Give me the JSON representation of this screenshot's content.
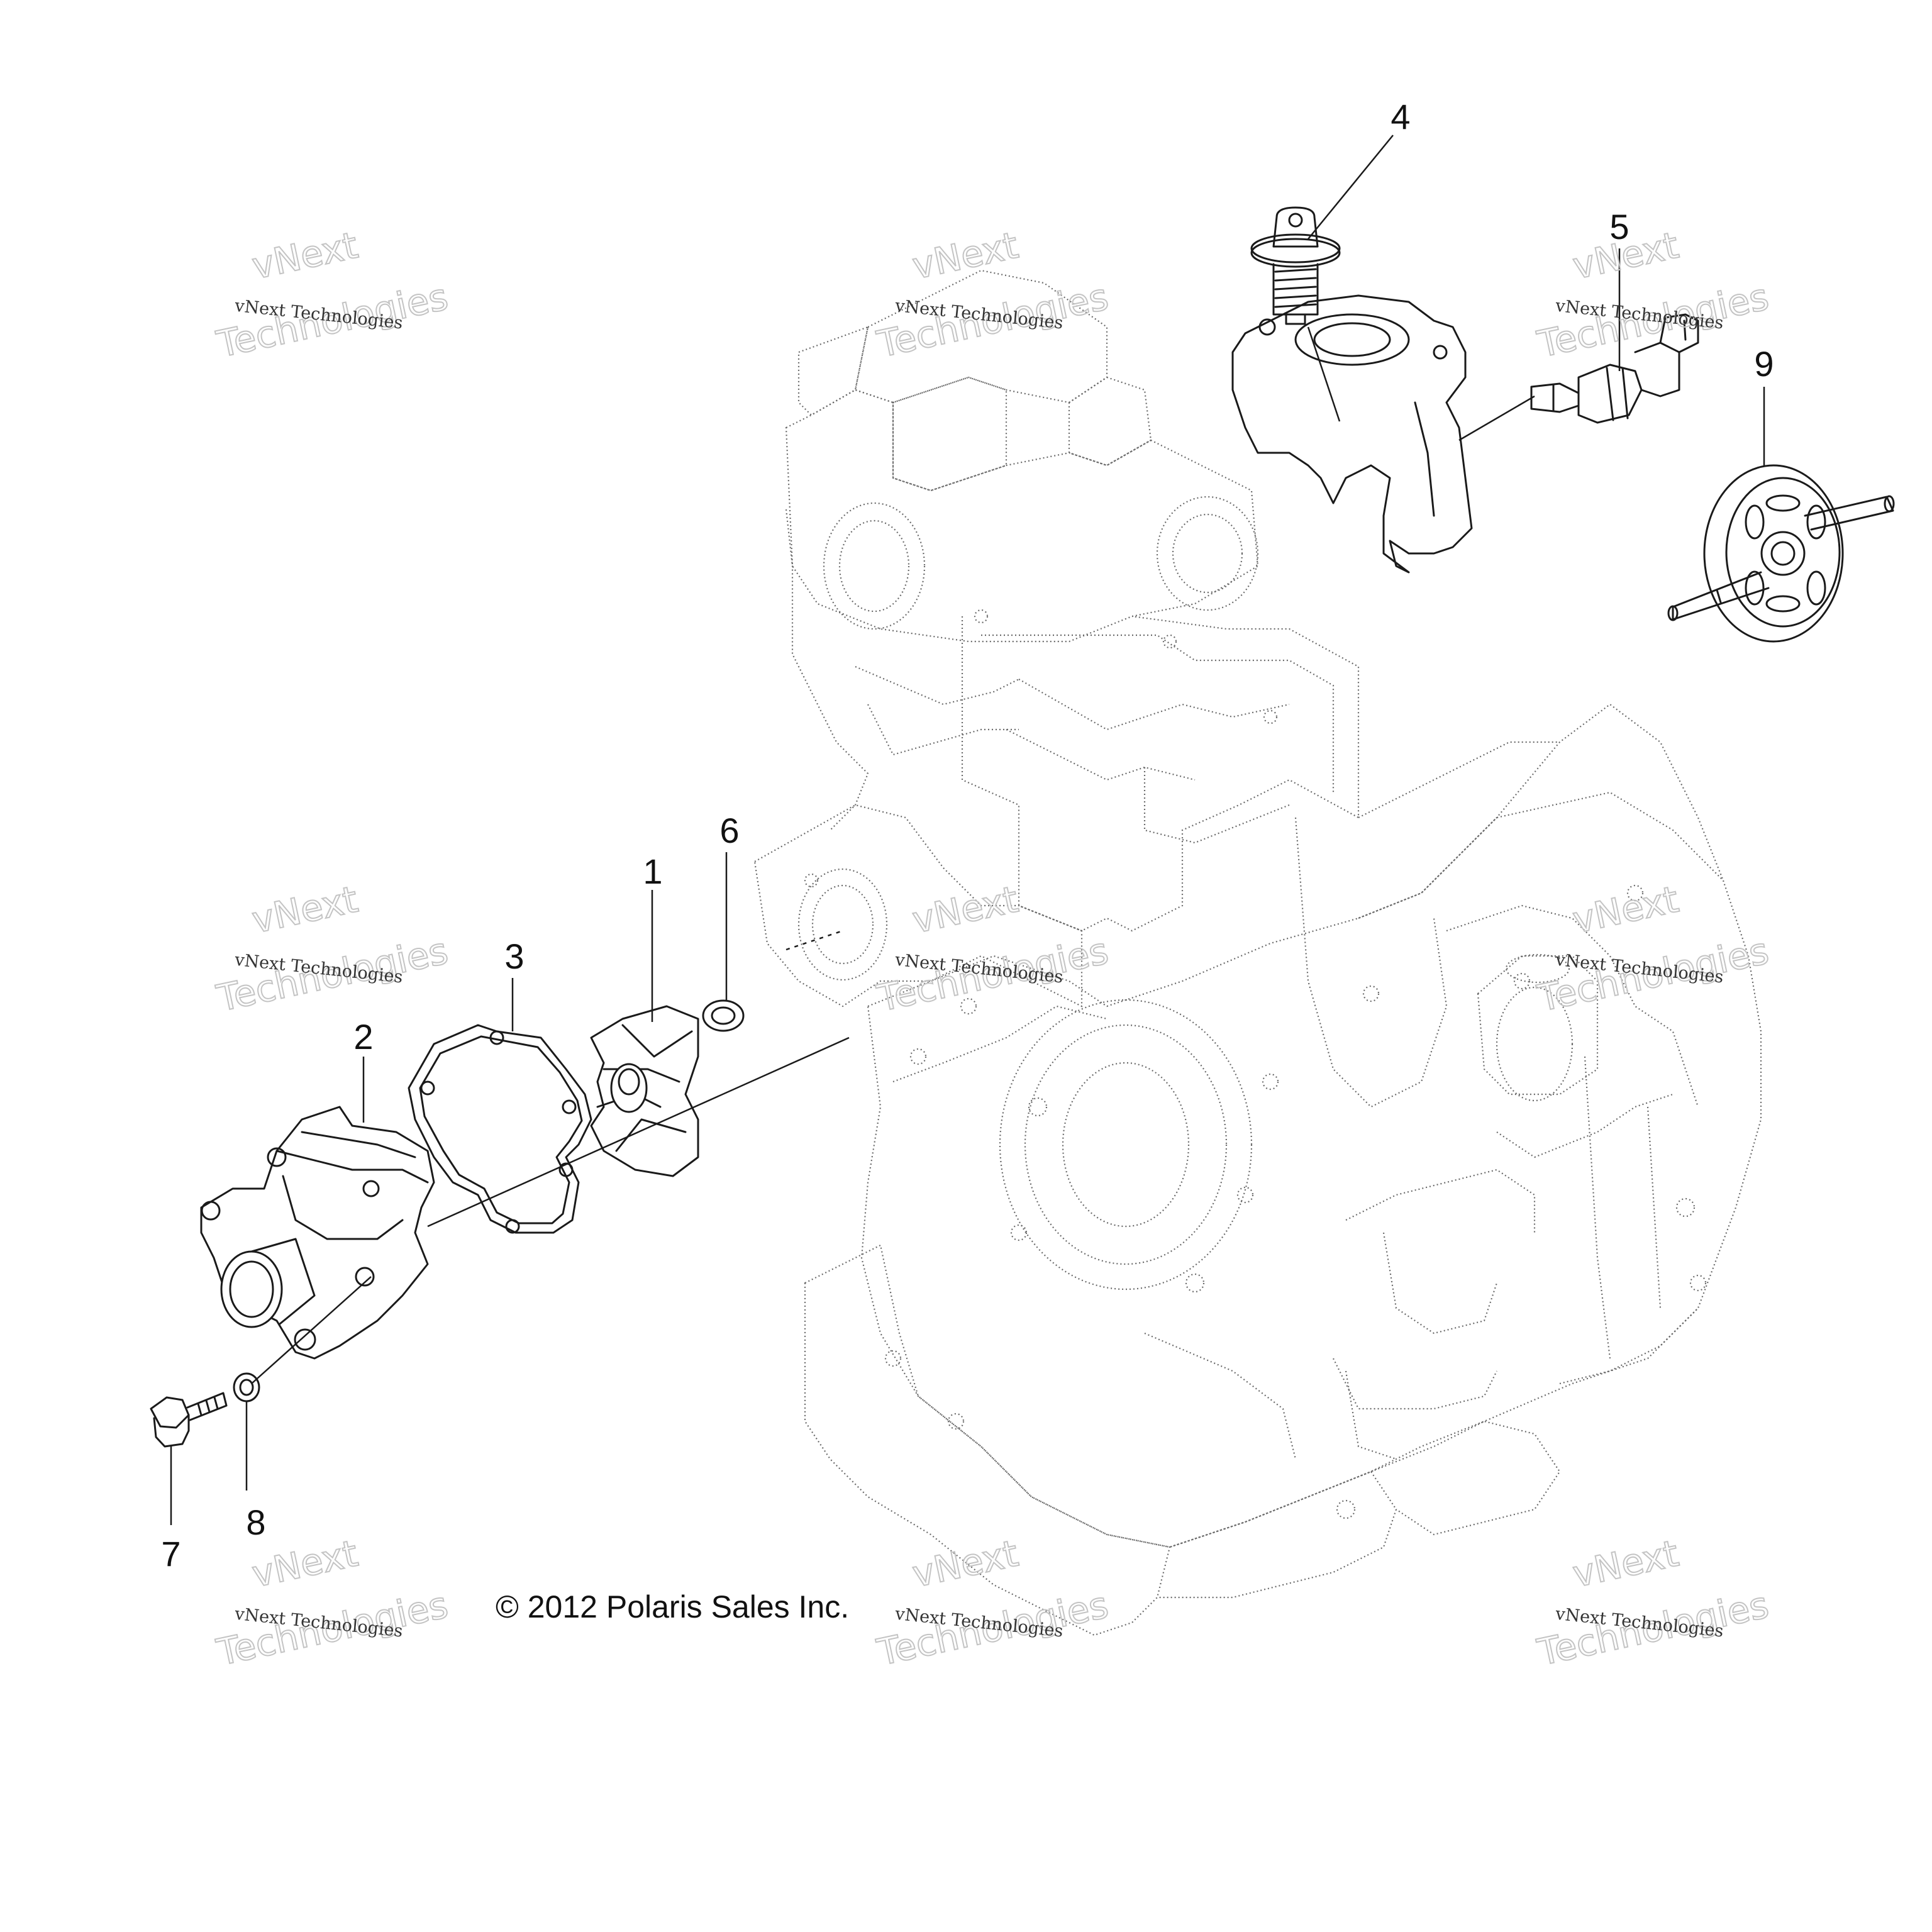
{
  "callouts": {
    "c1": "1",
    "c2": "2",
    "c3": "3",
    "c4": "4",
    "c5": "5",
    "c6": "6",
    "c7": "7",
    "c8": "8",
    "c9": "9"
  },
  "copyright": "© 2012 Polaris Sales Inc.",
  "watermark": {
    "line_small": "vNext Technologies",
    "line_big_1": "vNext",
    "line_big_2": "Technologies"
  }
}
